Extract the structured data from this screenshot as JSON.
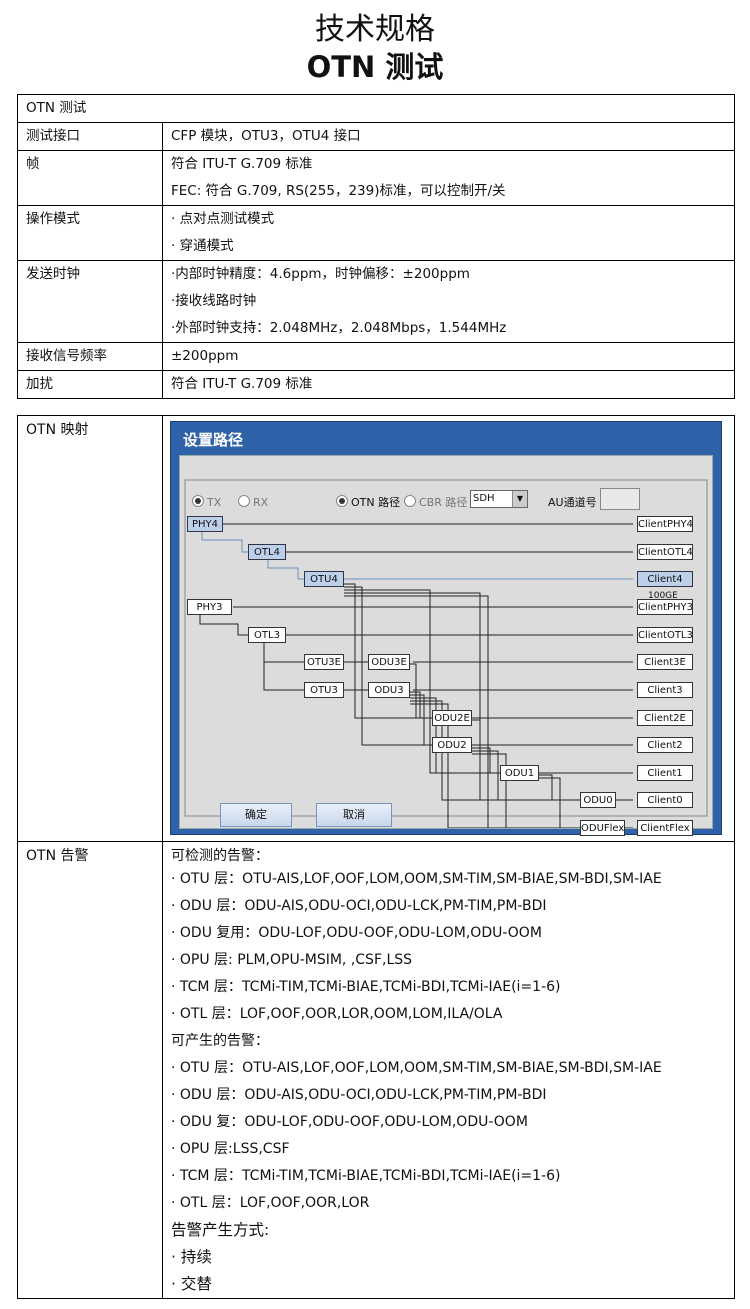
{
  "header": {
    "title": "技术规格",
    "subtitle": "OTN 测试"
  },
  "spec": {
    "section": "OTN 测试",
    "rows": [
      {
        "label": "测试接口",
        "lines": [
          "CFP 模块，OTU3，OTU4 接口"
        ]
      },
      {
        "label": "帧",
        "lines": [
          "符合 ITU-T G.709 标准",
          "FEC: 符合 G.709, RS(255，239)标准，可以控制开/关"
        ]
      },
      {
        "label": "操作模式",
        "lines": [
          "· 点对点测试模式",
          "· 穿通模式"
        ]
      },
      {
        "label": "发送时钟",
        "lines": [
          "·内部时钟精度：4.6ppm，时钟偏移：±200ppm",
          "·接收线路时钟",
          "·外部时钟支持：2.048MHz，2.048Mbps，1.544MHz"
        ]
      },
      {
        "label": "接收信号频率",
        "lines": [
          "±200ppm"
        ]
      },
      {
        "label": "加扰",
        "lines": [
          "符合 ITU-T G.709 标准"
        ]
      }
    ]
  },
  "mapping": {
    "label": "OTN 映射",
    "dialog": {
      "title": "设置路径",
      "tx": "TX",
      "rx": "RX",
      "otn_path": "OTN 路径",
      "cbr_path": "CBR 路径",
      "select_value": "SDH",
      "au_label": "AU通道号",
      "left_nodes": {
        "phy4": "PHY4",
        "otl4": "OTL4",
        "otu4": "OTU4",
        "phy3": "PHY3",
        "otl3": "OTL3",
        "otu3e": "OTU3E",
        "odu3e": "ODU3E",
        "otu3": "OTU3",
        "odu3": "ODU3",
        "odu2e": "ODU2E",
        "odu2": "ODU2",
        "odu1": "ODU1",
        "odu0": "ODU0",
        "oduflex": "ODUFlex"
      },
      "client_nodes": {
        "phy4": "ClientPHY4",
        "otl4": "ClientOTL4",
        "c4": "Client4",
        "phy3": "ClientPHY3",
        "otl3": "ClientOTL3",
        "c3e": "Client3E",
        "c3": "Client3",
        "c2e": "Client2E",
        "c2": "Client2",
        "c1": "Client1",
        "c0": "Client0",
        "cflex": "ClientFlex"
      },
      "client4_sub": "100GE",
      "ok": "确定",
      "cancel": "取消"
    }
  },
  "alarms": {
    "label": "OTN 告警",
    "lines": [
      "可检测的告警：",
      "· OTU 层：OTU-AIS,LOF,OOF,LOM,OOM,SM-TIM,SM-BIAE,SM-BDI,SM-IAE",
      "· ODU 层：ODU-AIS,ODU-OCI,ODU-LCK,PM-TIM,PM-BDI",
      "· ODU 复用：ODU-LOF,ODU-OOF,ODU-LOM,ODU-OOM",
      "· OPU 层: PLM,OPU-MSIM, ,CSF,LSS",
      "· TCM 层：TCMi-TIM,TCMi-BIAE,TCMi-BDI,TCMi-IAE(i=1-6)",
      "· OTL 层：LOF,OOF,OOR,LOR,OOM,LOM,ILA/OLA",
      "可产生的告警：",
      "· OTU 层：OTU-AIS,LOF,OOF,LOM,OOM,SM-TIM,SM-BIAE,SM-BDI,SM-IAE",
      "· ODU 层：ODU-AIS,ODU-OCI,ODU-LCK,PM-TIM,PM-BDI",
      "· ODU 复：ODU-LOF,ODU-OOF,ODU-LOM,ODU-OOM",
      "· OPU 层:LSS,CSF",
      "· TCM 层：TCMi-TIM,TCMi-BIAE,TCMi-BDI,TCMi-IAE(i=1-6)",
      "· OTL 层：LOF,OOF,OOR,LOR"
    ],
    "mode_title": "告警产生方式:",
    "modes": [
      "· 持续",
      "· 交替"
    ]
  }
}
